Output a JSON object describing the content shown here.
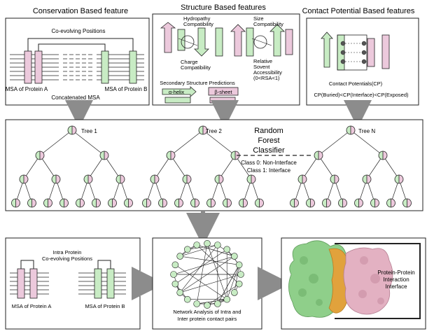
{
  "colors": {
    "green": "#c8ecc4",
    "pink": "#ecc9dc",
    "border": "#222222",
    "arrow": "#8c8c8c",
    "surface_green": "#8fcf8a",
    "surface_orange": "#e1a23c",
    "surface_pink": "#e3b1c2"
  },
  "panels": {
    "conservation": {
      "title": "Conservation Based feature",
      "coevolving": "Co-evolving Positions",
      "msa_a": "MSA of Protein A",
      "msa_b": "MSA of Protein B",
      "concatenated": "Concatenated MSA"
    },
    "structure": {
      "title": "Structure Based features",
      "hydropathy": [
        "Hydropathy",
        "Compatibility"
      ],
      "charge": [
        "Charge",
        "Compatibility"
      ],
      "size": [
        "Size",
        "Compatibility"
      ],
      "rsa": [
        "Relative",
        "Sovent",
        "Accessibility",
        "(0<RSA<1)"
      ],
      "ss_title": "Secondary Structure Predictions",
      "alpha": "α-helix",
      "beta": "β-sheet"
    },
    "contact": {
      "title": "Contact Potential Based features",
      "cp_label": "Contact Potentials(CP)",
      "cp_order": "CP(Buried)<CP(Interface)<CP(Exposed)"
    },
    "forest": {
      "trees": [
        "Tree 1",
        "Tree 2",
        "Tree N"
      ],
      "classifier": [
        "Random",
        "Forest",
        "Classifier"
      ],
      "class0": "Class 0: Non-Interface",
      "class1": "Class 1: Interface"
    },
    "intra": {
      "title": [
        "Intra Protein",
        "Co-evolving Positions"
      ],
      "msa_a": "MSA of Protein A",
      "msa_b": "MSA of Protein B"
    },
    "network": {
      "caption": [
        "Network Analysis of Intra and",
        "Inter protein contact pairs"
      ]
    },
    "interface": {
      "label": [
        "Protein-Protein",
        "Interaction",
        "Interface"
      ]
    }
  }
}
